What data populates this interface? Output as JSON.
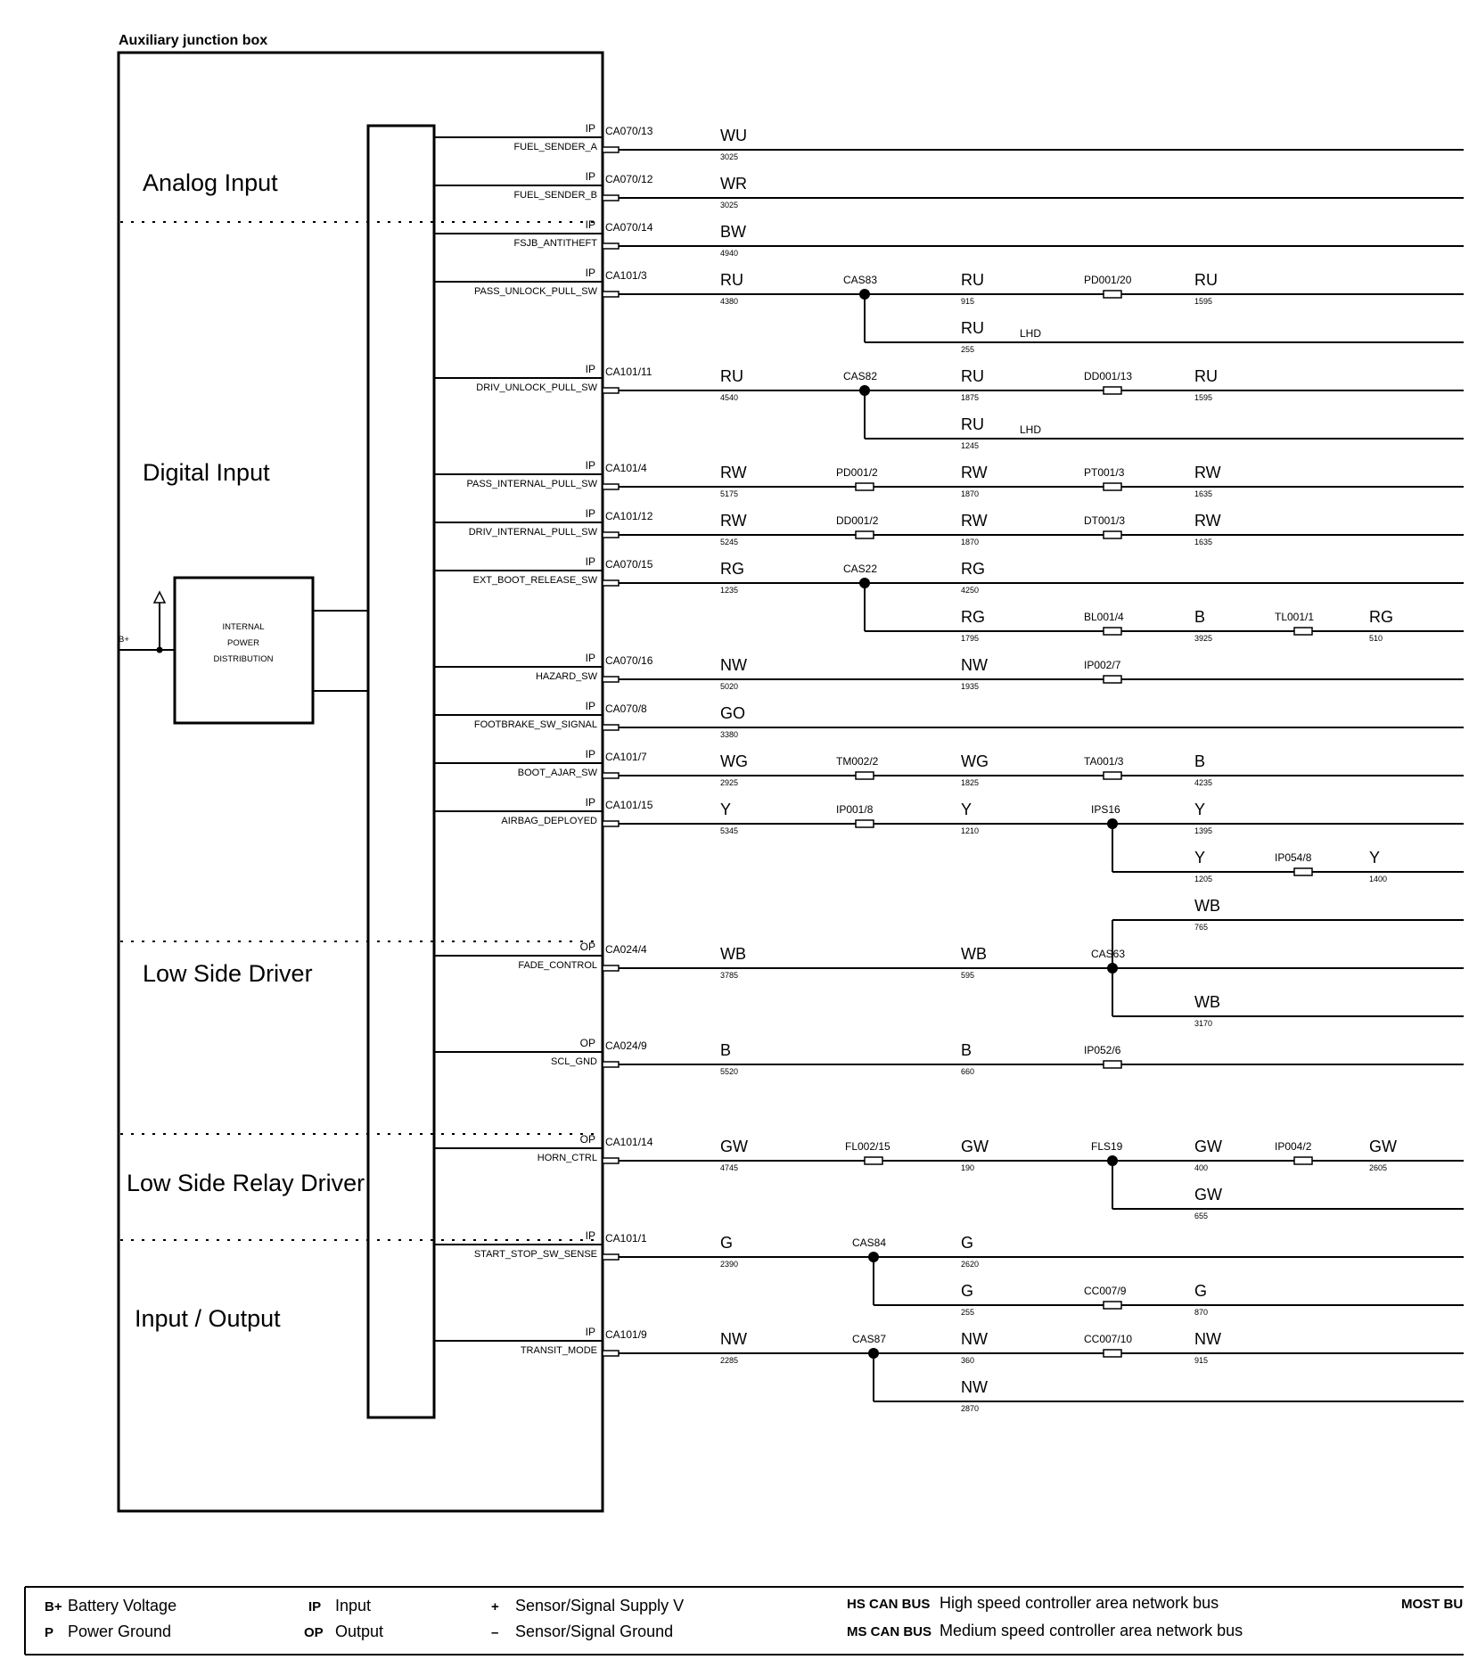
{
  "title": "Auxiliary junction box",
  "sections": [
    "Analog Input",
    "Digital Input",
    "Low Side Driver",
    "Low Side Relay Driver",
    "Input / Output"
  ],
  "bplus_label": "B+",
  "ipd_lines": [
    "INTERNAL",
    "POWER",
    "DISTRIBUTION"
  ],
  "circuits": [
    {
      "type": "IP",
      "pin": "CA070/13",
      "signal": "FUEL_SENDER_A",
      "segments": [
        {
          "color": "WU",
          "length": "3025"
        }
      ]
    },
    {
      "type": "IP",
      "pin": "CA070/12",
      "signal": "FUEL_SENDER_B",
      "segments": [
        {
          "color": "WR",
          "length": "3025"
        }
      ]
    },
    {
      "type": "IP",
      "pin": "CA070/14",
      "signal": "FSJB_ANTITHEFT",
      "segments": [
        {
          "color": "BW",
          "length": "4940"
        }
      ]
    },
    {
      "type": "IP",
      "pin": "CA101/3",
      "signal": "PASS_UNLOCK_PULL_SW",
      "segments": [
        {
          "color": "RU",
          "length": "4380"
        },
        {
          "color": "RU",
          "length": "915"
        },
        {
          "color": "RU",
          "length": "1595"
        }
      ],
      "nodes": [
        {
          "kind": "splice",
          "label": "CAS83"
        },
        {
          "kind": "conn",
          "label": "PD001/20"
        }
      ],
      "branch": {
        "segments": [
          {
            "color": "RU",
            "length": "255"
          }
        ],
        "note": "LHD"
      }
    },
    {
      "type": "IP",
      "pin": "CA101/11",
      "signal": "DRIV_UNLOCK_PULL_SW",
      "segments": [
        {
          "color": "RU",
          "length": "4540"
        },
        {
          "color": "RU",
          "length": "1875"
        },
        {
          "color": "RU",
          "length": "1595"
        }
      ],
      "nodes": [
        {
          "kind": "splice",
          "label": "CAS82"
        },
        {
          "kind": "conn",
          "label": "DD001/13"
        }
      ],
      "branch": {
        "segments": [
          {
            "color": "RU",
            "length": "1245"
          }
        ],
        "note": "LHD"
      }
    },
    {
      "type": "IP",
      "pin": "CA101/4",
      "signal": "PASS_INTERNAL_PULL_SW",
      "segments": [
        {
          "color": "RW",
          "length": "5175"
        },
        {
          "color": "RW",
          "length": "1870"
        },
        {
          "color": "RW",
          "length": "1635"
        }
      ],
      "nodes": [
        {
          "kind": "conn",
          "label": "PD001/2"
        },
        {
          "kind": "conn",
          "label": "PT001/3"
        }
      ]
    },
    {
      "type": "IP",
      "pin": "CA101/12",
      "signal": "DRIV_INTERNAL_PULL_SW",
      "segments": [
        {
          "color": "RW",
          "length": "5245"
        },
        {
          "color": "RW",
          "length": "1870"
        },
        {
          "color": "RW",
          "length": "1635"
        }
      ],
      "nodes": [
        {
          "kind": "conn",
          "label": "DD001/2"
        },
        {
          "kind": "conn",
          "label": "DT001/3"
        }
      ]
    },
    {
      "type": "IP",
      "pin": "CA070/15",
      "signal": "EXT_BOOT_RELEASE_SW",
      "segments": [
        {
          "color": "RG",
          "length": "1235"
        },
        {
          "color": "RG",
          "length": "4250"
        }
      ],
      "nodes": [
        {
          "kind": "splice",
          "label": "CAS22"
        }
      ],
      "branch": {
        "segments": [
          {
            "color": "RG",
            "length": "1795"
          },
          {
            "color": "B",
            "length": "3925"
          },
          {
            "color": "RG",
            "length": "510"
          }
        ],
        "nodes": [
          {
            "kind": "conn",
            "label": "BL001/4"
          },
          {
            "kind": "conn",
            "label": "TL001/1"
          }
        ]
      }
    },
    {
      "type": "IP",
      "pin": "CA070/16",
      "signal": "HAZARD_SW",
      "segments": [
        {
          "color": "NW",
          "length": "5020"
        },
        {
          "color": "NW",
          "length": "1935"
        }
      ],
      "nodes": [
        {
          "kind": "conn",
          "label": "IP002/7"
        }
      ]
    },
    {
      "type": "IP",
      "pin": "CA070/8",
      "signal": "FOOTBRAKE_SW_SIGNAL",
      "segments": [
        {
          "color": "GO",
          "length": "3380"
        }
      ]
    },
    {
      "type": "IP",
      "pin": "CA101/7",
      "signal": "BOOT_AJAR_SW",
      "segments": [
        {
          "color": "WG",
          "length": "2925"
        },
        {
          "color": "WG",
          "length": "1825"
        },
        {
          "color": "B",
          "length": "4235"
        }
      ],
      "nodes": [
        {
          "kind": "conn",
          "label": "TM002/2"
        },
        {
          "kind": "conn",
          "label": "TA001/3"
        }
      ]
    },
    {
      "type": "IP",
      "pin": "CA101/15",
      "signal": "AIRBAG_DEPLOYED",
      "segments": [
        {
          "color": "Y",
          "length": "5345"
        },
        {
          "color": "Y",
          "length": "1210"
        },
        {
          "color": "Y",
          "length": "1395"
        }
      ],
      "nodes": [
        {
          "kind": "conn",
          "label": "IP001/8"
        },
        {
          "kind": "splice",
          "label": "IPS16"
        }
      ],
      "branch": {
        "segments": [
          {
            "color": "Y",
            "length": "1205"
          },
          {
            "color": "Y",
            "length": "1400"
          }
        ],
        "nodes": [
          {
            "kind": "conn",
            "label": "IP054/8"
          }
        ]
      }
    },
    {
      "type": "OP",
      "pin": "CA024/4",
      "signal": "FADE_CONTROL",
      "segments": [
        {
          "color": "WB",
          "length": "3785"
        },
        {
          "color": "WB",
          "length": "595"
        }
      ],
      "nodes": [
        {
          "kind": "splice",
          "label": "CAS63"
        }
      ],
      "branch_up": {
        "color": "WB",
        "length": "765"
      },
      "branch": {
        "segments": [
          {
            "color": "WB",
            "length": "3170"
          }
        ]
      }
    },
    {
      "type": "OP",
      "pin": "CA024/9",
      "signal": "SCL_GND",
      "segments": [
        {
          "color": "B",
          "length": "5520"
        },
        {
          "color": "B",
          "length": "660"
        }
      ],
      "nodes": [
        {
          "kind": "conn",
          "label": "IP052/6"
        }
      ]
    },
    {
      "type": "OP",
      "pin": "CA101/14",
      "signal": "HORN_CTRL",
      "segments": [
        {
          "color": "GW",
          "length": "4745"
        },
        {
          "color": "GW",
          "length": "190"
        },
        {
          "color": "GW",
          "length": "400"
        },
        {
          "color": "GW",
          "length": "2605"
        }
      ],
      "nodes": [
        {
          "kind": "conn",
          "label": "FL002/15"
        },
        {
          "kind": "splice",
          "label": "FLS19"
        },
        {
          "kind": "conn",
          "label": "IP004/2"
        }
      ],
      "branch": {
        "segments": [
          {
            "color": "GW",
            "length": "655"
          }
        ]
      }
    },
    {
      "type": "IP",
      "pin": "CA101/1",
      "signal": "START_STOP_SW_SENSE",
      "segments": [
        {
          "color": "G",
          "length": "2390"
        },
        {
          "color": "G",
          "length": "2620"
        }
      ],
      "nodes": [
        {
          "kind": "splice",
          "label": "CAS84"
        }
      ],
      "branch": {
        "segments": [
          {
            "color": "G",
            "length": "255"
          },
          {
            "color": "G",
            "length": "870"
          }
        ],
        "nodes": [
          {
            "kind": "conn",
            "label": "CC007/9"
          }
        ]
      }
    },
    {
      "type": "IP",
      "pin": "CA101/9",
      "signal": "TRANSIT_MODE",
      "segments": [
        {
          "color": "NW",
          "length": "2285"
        },
        {
          "color": "NW",
          "length": "360"
        },
        {
          "color": "NW",
          "length": "915"
        }
      ],
      "nodes": [
        {
          "kind": "splice",
          "label": "CAS87"
        },
        {
          "kind": "conn",
          "label": "CC007/10"
        }
      ],
      "branch": {
        "segments": [
          {
            "color": "NW",
            "length": "2870"
          }
        ]
      }
    }
  ],
  "legend": [
    {
      "abbr": "B+",
      "text": "Battery Voltage"
    },
    {
      "abbr": "P",
      "text": "Power Ground"
    },
    {
      "abbr": "IP",
      "text": "Input"
    },
    {
      "abbr": "OP",
      "text": "Output"
    },
    {
      "abbr": "+",
      "text": "Sensor/Signal Supply V"
    },
    {
      "abbr": "–",
      "text": "Sensor/Signal Ground"
    },
    {
      "abbr": "HS CAN BUS",
      "text": "High speed controller area network bus"
    },
    {
      "abbr": "MS CAN BUS",
      "text": "Medium speed controller area network bus"
    },
    {
      "abbr": "MOST BU",
      "text": ""
    }
  ]
}
